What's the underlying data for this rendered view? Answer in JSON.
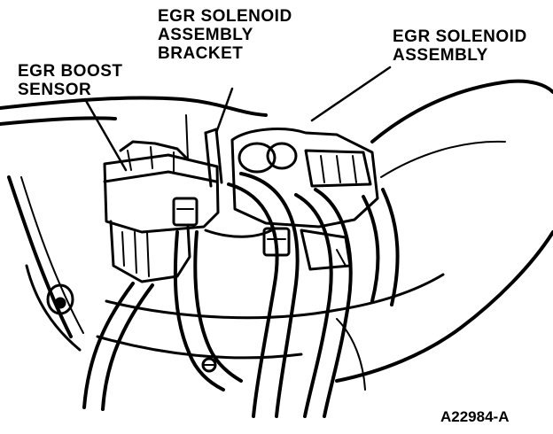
{
  "labels": {
    "egr_boost_sensor": "EGR BOOST\nSENSOR",
    "egr_solenoid_assembly_bracket": "EGR SOLENOID\nASSEMBLY\nBRACKET",
    "egr_solenoid_assembly": "EGR SOLENOID\nASSEMBLY",
    "figure_id": "A22984-A"
  },
  "colors": {
    "ink": "#000000",
    "paper": "#ffffff"
  }
}
